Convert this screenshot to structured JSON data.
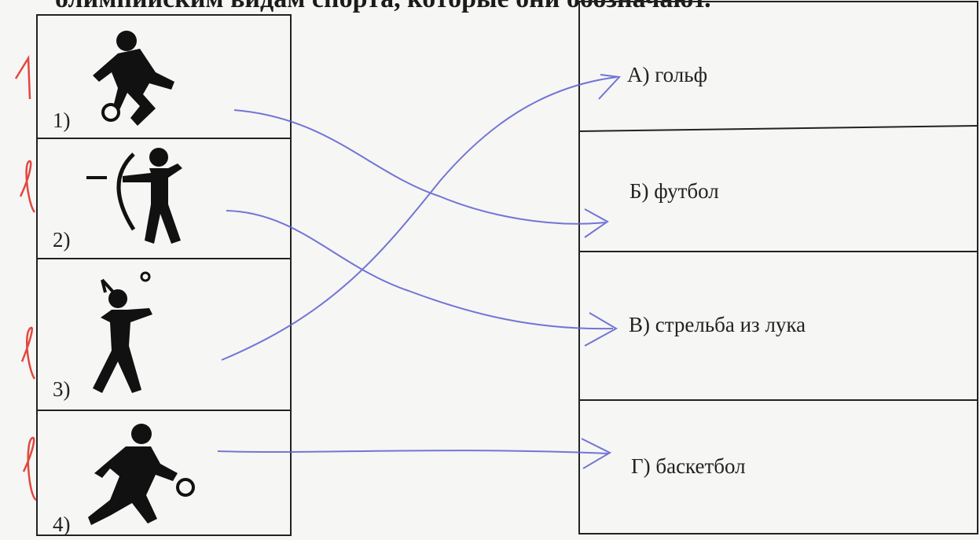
{
  "header": {
    "text": "олимпийским видам спорта, которые они обозначают."
  },
  "pictograms": [
    {
      "number": "1)",
      "icon": "football-player-icon"
    },
    {
      "number": "2)",
      "icon": "archer-icon"
    },
    {
      "number": "3)",
      "icon": "golfer-icon"
    },
    {
      "number": "4)",
      "icon": "basketball-player-icon"
    }
  ],
  "sports": [
    {
      "label": "А) гольф"
    },
    {
      "label": "Б) футбол"
    },
    {
      "label": "В) стрельба из лука"
    },
    {
      "label": "Г) баскетбол"
    }
  ],
  "matches": [
    {
      "from": "1)",
      "to": "Б) футбол"
    },
    {
      "from": "2)",
      "to": "В) стрельба из лука"
    },
    {
      "from": "3)",
      "to": "А) гольф"
    },
    {
      "from": "4)",
      "to": "Г) баскетбол"
    }
  ],
  "grading": {
    "marks": [
      "1",
      "1",
      "1",
      "1"
    ],
    "mark_color": "#e2473f"
  },
  "colors": {
    "pen": "#5b5fd0",
    "ink": "#111111",
    "border": "#222222"
  }
}
